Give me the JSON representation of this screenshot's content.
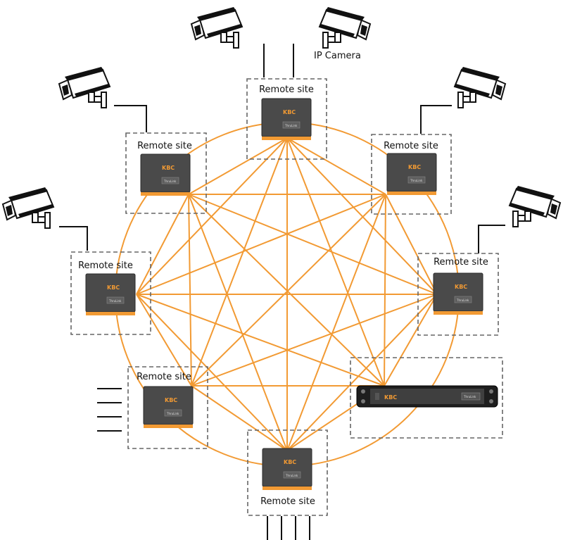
{
  "colors": {
    "mesh": "#F29A33",
    "device_body": "#4A4A4A",
    "device_stripe": "#F29A33",
    "box_dash": "#666666",
    "wire": "#111111"
  },
  "labels": {
    "ip_camera": "IP Camera"
  },
  "device": {
    "brand": "KBC",
    "model": "ThruLink"
  },
  "sites": [
    {
      "id": "top",
      "label": "Remote site"
    },
    {
      "id": "top-left",
      "label": "Remote site"
    },
    {
      "id": "top-right",
      "label": "Remote site"
    },
    {
      "id": "left",
      "label": "Remote site"
    },
    {
      "id": "right",
      "label": "Remote site"
    },
    {
      "id": "bottom-left",
      "label": "Remote site"
    },
    {
      "id": "bottom",
      "label": "Remote site"
    },
    {
      "id": "rack",
      "label": ""
    }
  ],
  "cameras": [
    {
      "id": "cam-1",
      "icon": "ip-camera-icon",
      "facing": "left"
    },
    {
      "id": "cam-2",
      "icon": "ip-camera-icon",
      "facing": "right"
    },
    {
      "id": "cam-3",
      "icon": "ip-camera-icon",
      "facing": "left"
    },
    {
      "id": "cam-4",
      "icon": "ip-camera-icon",
      "facing": "right"
    },
    {
      "id": "cam-5",
      "icon": "ip-camera-icon",
      "facing": "left"
    },
    {
      "id": "cam-6",
      "icon": "ip-camera-icon",
      "facing": "right"
    }
  ]
}
